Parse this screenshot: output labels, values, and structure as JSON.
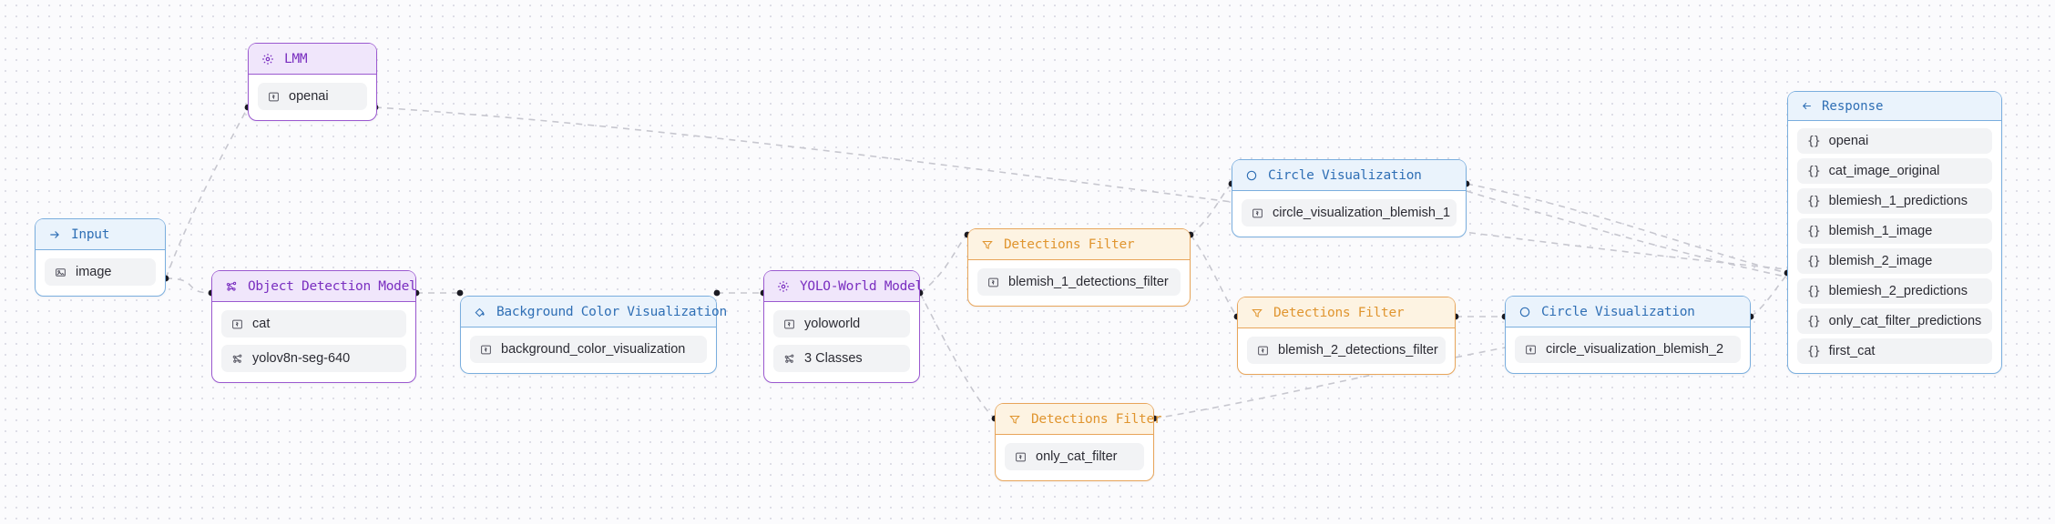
{
  "canvas": {
    "background": "#fbfbfd",
    "dot_color": "#d9d9e3",
    "edge_color": "#c7c7cf"
  },
  "nodes": {
    "lmm": {
      "title": "LMM",
      "icon": "gear-icon",
      "rows": [
        {
          "label": "openai",
          "icon": "string-icon"
        }
      ]
    },
    "input": {
      "title": "Input",
      "icon": "arrow-right-icon",
      "rows": [
        {
          "label": "image",
          "icon": "image-icon"
        }
      ]
    },
    "object_detection": {
      "title": "Object Detection Model",
      "icon": "model-graph-icon",
      "rows": [
        {
          "label": "cat",
          "icon": "string-icon"
        },
        {
          "label": "yolov8n-seg-640",
          "icon": "model-graph-icon"
        }
      ]
    },
    "background_color": {
      "title": "Background Color Visualization",
      "icon": "paint-icon",
      "rows": [
        {
          "label": "background_color_visualization",
          "icon": "string-icon"
        }
      ]
    },
    "yolo_world": {
      "title": "YOLO-World Model",
      "icon": "gear-icon",
      "rows": [
        {
          "label": "yoloworld",
          "icon": "string-icon"
        },
        {
          "label": "3 Classes",
          "icon": "model-graph-icon"
        }
      ]
    },
    "filter_blemish_1": {
      "title": "Detections Filter",
      "icon": "filter-icon",
      "rows": [
        {
          "label": "blemish_1_detections_filter",
          "icon": "string-icon"
        }
      ]
    },
    "filter_blemish_2": {
      "title": "Detections Filter",
      "icon": "filter-icon",
      "rows": [
        {
          "label": "blemish_2_detections_filter",
          "icon": "string-icon"
        }
      ]
    },
    "filter_only_cat": {
      "title": "Detections Filter",
      "icon": "filter-icon",
      "rows": [
        {
          "label": "only_cat_filter",
          "icon": "string-icon"
        }
      ]
    },
    "circle_1": {
      "title": "Circle Visualization",
      "icon": "circle-icon",
      "rows": [
        {
          "label": "circle_visualization_blemish_1",
          "icon": "string-icon"
        }
      ]
    },
    "circle_2": {
      "title": "Circle Visualization",
      "icon": "circle-icon",
      "rows": [
        {
          "label": "circle_visualization_blemish_2",
          "icon": "string-icon"
        }
      ]
    }
  },
  "response": {
    "title": "Response",
    "icon": "arrow-left-icon",
    "items": [
      {
        "label": "openai"
      },
      {
        "label": "cat_image_original"
      },
      {
        "label": "blemiesh_1_predictions"
      },
      {
        "label": "blemish_1_image"
      },
      {
        "label": "blemish_2_image"
      },
      {
        "label": "blemiesh_2_predictions"
      },
      {
        "label": "only_cat_filter_predictions"
      },
      {
        "label": "first_cat"
      }
    ]
  }
}
